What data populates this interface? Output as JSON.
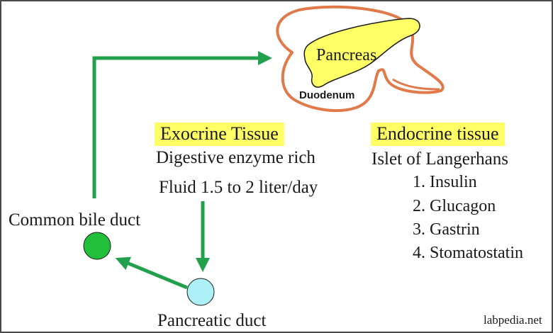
{
  "organ": {
    "pancreas_label": "Pancreas",
    "duodenum_label": "Duodenum"
  },
  "exocrine": {
    "heading": "Exocrine Tissue",
    "line1": "Digestive enzyme rich",
    "line2": "Fluid  1.5 to 2 liter/day"
  },
  "endocrine": {
    "heading": "Endocrine tissue",
    "subheading": "Islet of Langerhans",
    "items": [
      "1. Insulin",
      "2. Glucagon",
      "3. Gastrin",
      "4. Stomatostatin"
    ]
  },
  "ducts": {
    "common_bile_duct": "Common bile duct",
    "pancreatic_duct": "Pancreatic duct"
  },
  "watermark": "labpedia.net",
  "colors": {
    "pancreas_fill": "#ffff66",
    "duodenum_outline": "#e07a4a",
    "arrow": "#22a04b",
    "common_bile_duct_node": "#22c03a",
    "pancreatic_duct_node": "#aef0f8",
    "heading_highlight": "#ffff66"
  }
}
